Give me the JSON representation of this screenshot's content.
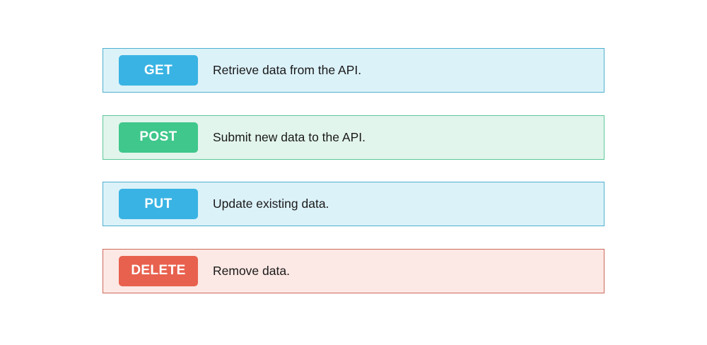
{
  "page": {
    "background_color": "#ffffff",
    "text_color": "#1a1a1a",
    "badge_text_color": "#ffffff"
  },
  "rows": [
    {
      "method": "GET",
      "description": "Retrieve data from the API.",
      "badge_bg": "#39b3e3",
      "row_bg": "#dcf2f9",
      "row_border": "#4fb0ce"
    },
    {
      "method": "POST",
      "description": "Submit new data to the API.",
      "badge_bg": "#40c78c",
      "row_bg": "#e2f5ec",
      "row_border": "#5cc79a"
    },
    {
      "method": "PUT",
      "description": "Update existing data.",
      "badge_bg": "#39b3e3",
      "row_bg": "#dcf2f9",
      "row_border": "#4fb0ce"
    },
    {
      "method": "DELETE",
      "description": "Remove data.",
      "badge_bg": "#e8614e",
      "row_bg": "#fce8e4",
      "row_border": "#cd6a5b"
    }
  ]
}
